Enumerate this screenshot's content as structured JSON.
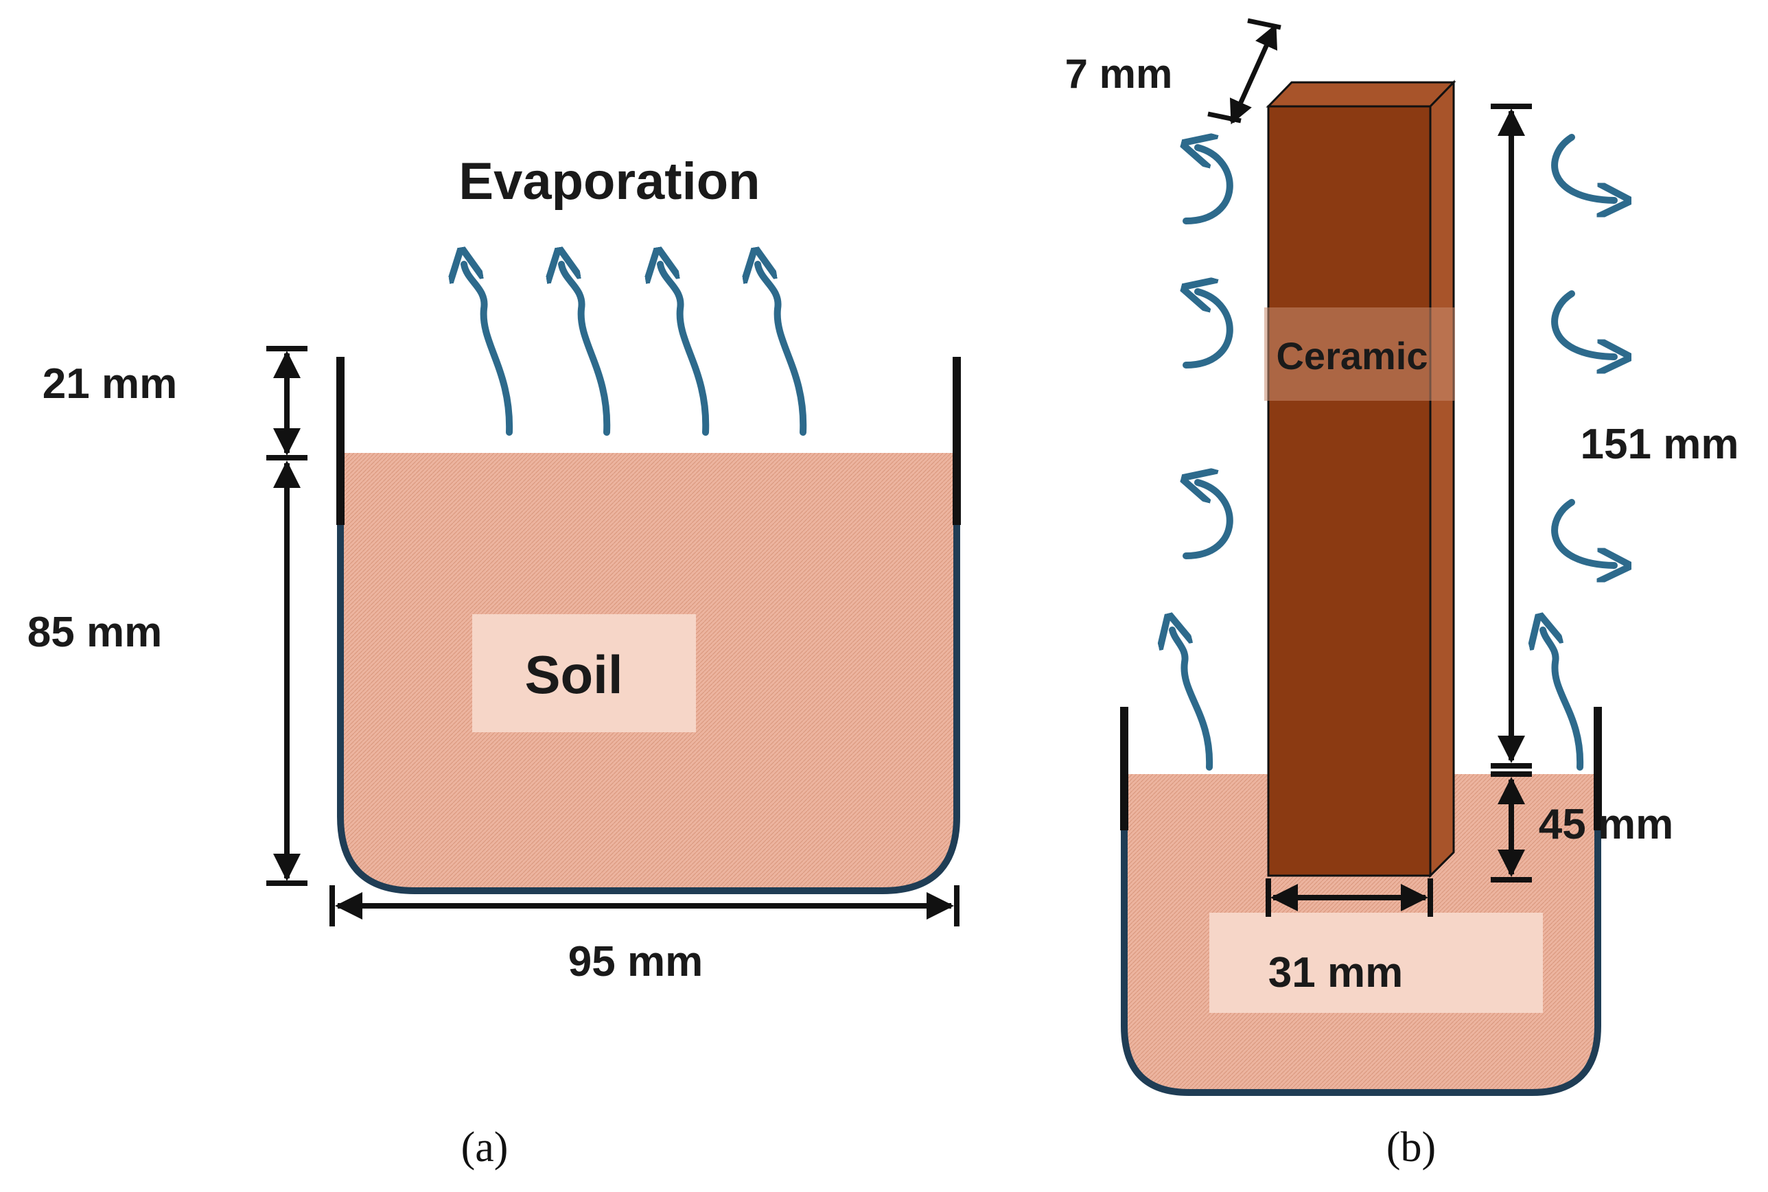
{
  "panel_a": {
    "title": "Evaporation",
    "material": "Soil",
    "dim_top": "21 mm",
    "dim_depth": "85 mm",
    "dim_width": "95 mm",
    "caption": "(a)"
  },
  "panel_b": {
    "material": "Ceramic",
    "dim_thickness": "7 mm",
    "dim_exposed": "151 mm",
    "dim_embedded": "45 mm",
    "dim_width": "31 mm",
    "caption": "(b)"
  },
  "colors": {
    "soil": "#ecb49f",
    "ceramic_front": "#8b3a12",
    "ceramic_side": "#a8542a",
    "container": "#1f3d55",
    "arrow": "#2d6a8c"
  }
}
